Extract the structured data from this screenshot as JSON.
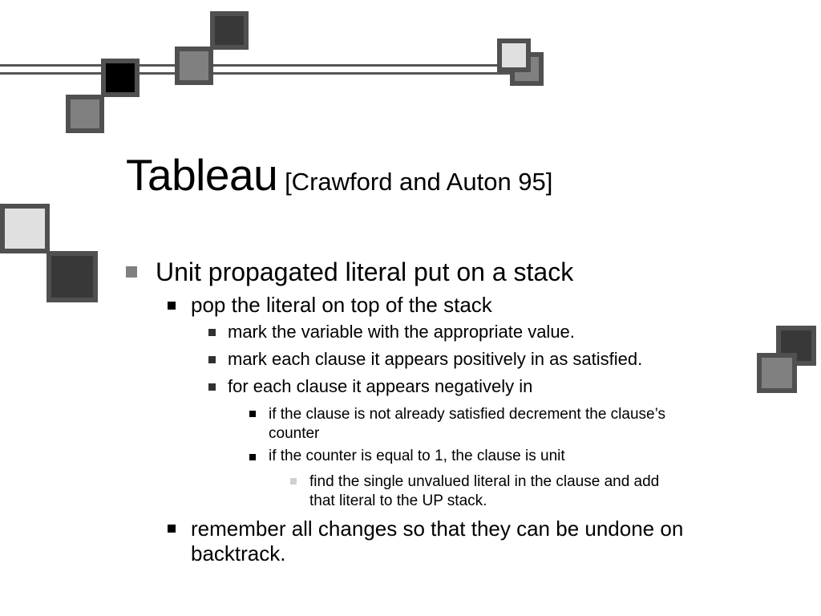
{
  "slide": {
    "title_main": "Tableau",
    "title_cite": "[Crawford and Auton 95]",
    "bullets": [
      {
        "level": 1,
        "text": "Unit propagated literal put on a stack"
      },
      {
        "level": 2,
        "text": "pop the literal on top of the stack"
      },
      {
        "level": 3,
        "text": "mark the variable with the appropriate value."
      },
      {
        "level": 3,
        "text": "mark each clause it appears positively in as satisfied."
      },
      {
        "level": 3,
        "text": "for each clause it appears negatively in"
      },
      {
        "level": 4,
        "text_line1": "if the clause is not already satisfied decrement the clause’s",
        "text_line2": "counter"
      },
      {
        "level": 4,
        "text": "if the counter is equal to 1, the clause is unit"
      },
      {
        "level": 5,
        "text_line1": "find the single unvalued literal in the clause and add",
        "text_line2": "that literal to the UP stack."
      },
      {
        "level": 2,
        "text_line1": "remember all changes so that they can be undone on",
        "text_line2": "backtrack."
      }
    ]
  },
  "colors": {
    "line": "#555555",
    "square_border": "#505050",
    "square_black": "#000000",
    "square_dark": "#383838",
    "square_mid": "#808080",
    "square_light": "#e0e0e0",
    "bullet_level1": "#808080",
    "bullet_level5": "#d0d0d0"
  }
}
